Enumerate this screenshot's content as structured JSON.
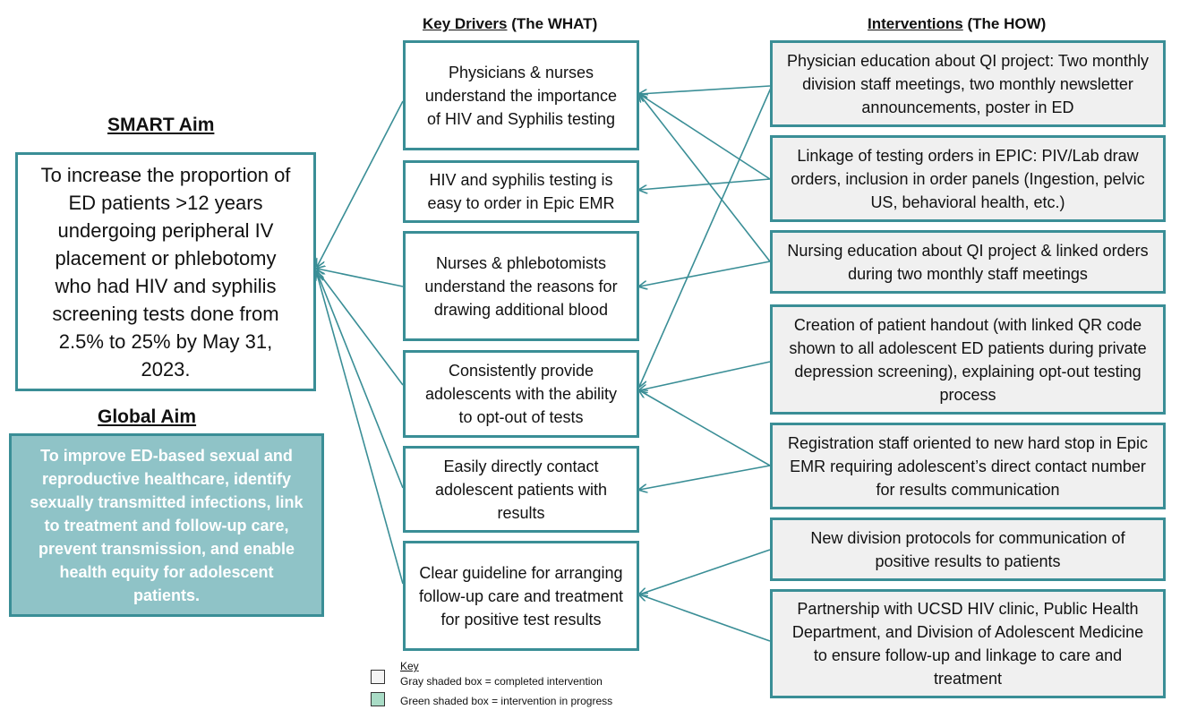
{
  "titles": {
    "key_drivers_underlined": "Key Drivers",
    "key_drivers_rest": " (The WHAT)",
    "interventions_underlined": "Interventions",
    "interventions_rest": " (The HOW)",
    "smart_aim": "SMART Aim",
    "global_aim": "Global Aim"
  },
  "smart_aim_text": "To increase the proportion of ED patients >12 years undergoing peripheral IV placement or phlebotomy who had HIV and syphilis screening tests done from 2.5% to 25% by May 31, 2023.",
  "global_aim_text": "To improve ED-based sexual and reproductive healthcare, identify sexually transmitted infections, link to treatment and follow-up care, prevent transmission, and enable health equity for adolescent patients.",
  "drivers": [
    "Physicians & nurses understand the importance of HIV and Syphilis testing",
    "HIV and syphilis testing is easy to order in Epic EMR",
    "Nurses & phlebotomists understand the reasons for drawing additional blood",
    "Consistently provide adolescents with the ability to opt-out of tests",
    "Easily directly contact adolescent patients with results",
    "Clear guideline for arranging follow-up care and treatment for positive test results"
  ],
  "interventions": [
    "Physician education about QI project: Two monthly division staff meetings, two monthly newsletter announcements, poster in ED",
    "Linkage of testing orders in EPIC: PIV/Lab draw orders, inclusion in order panels (Ingestion, pelvic US, behavioral health, etc.)",
    "Nursing education about QI project & linked orders during two monthly staff meetings",
    "Creation of patient handout (with linked QR code shown to all adolescent ED patients during private depression screening), explaining opt-out testing process",
    "Registration staff oriented to new hard stop in Epic EMR requiring adolescent’s direct contact number for results communication",
    "New division protocols for communication of positive results to patients",
    "Partnership with UCSD HIV clinic, Public Health Department, and Division of Adolescent Medicine to ensure follow-up and linkage to care and treatment"
  ],
  "key": {
    "title": "Key",
    "gray_label": "Gray shaded box = completed intervention",
    "green_label": "Green shaded box = intervention in progress"
  },
  "colors": {
    "border": "#3a8e96",
    "gray_fill": "#f0f0f0",
    "global_fill": "#8fc3c7",
    "green_swatch": "#a9dcc6"
  }
}
